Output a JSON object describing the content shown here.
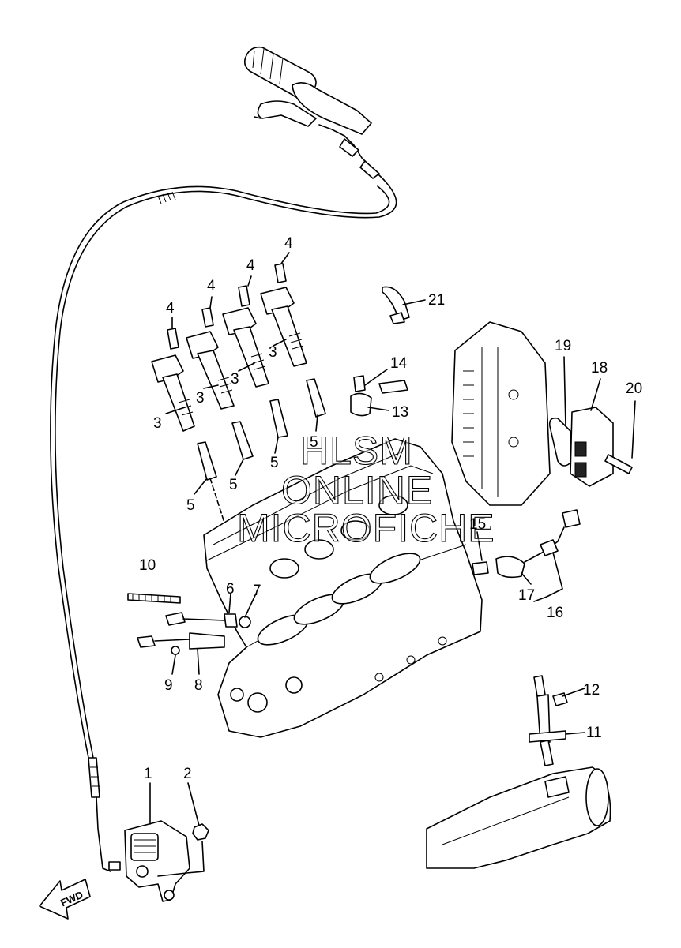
{
  "callouts": [
    {
      "num": "1"
    },
    {
      "num": "2"
    },
    {
      "num": "3"
    },
    {
      "num": "3"
    },
    {
      "num": "3"
    },
    {
      "num": "3"
    },
    {
      "num": "4"
    },
    {
      "num": "4"
    },
    {
      "num": "4"
    },
    {
      "num": "4"
    },
    {
      "num": "5"
    },
    {
      "num": "5"
    },
    {
      "num": "5"
    },
    {
      "num": "5"
    },
    {
      "num": "6"
    },
    {
      "num": "7"
    },
    {
      "num": "8"
    },
    {
      "num": "9"
    },
    {
      "num": "10"
    },
    {
      "num": "11"
    },
    {
      "num": "12"
    },
    {
      "num": "13"
    },
    {
      "num": "14"
    },
    {
      "num": "15"
    },
    {
      "num": "16"
    },
    {
      "num": "17"
    },
    {
      "num": "18"
    },
    {
      "num": "19"
    },
    {
      "num": "20"
    },
    {
      "num": "21"
    }
  ],
  "direction_label": "FWD",
  "watermark": [
    "HLSM",
    "ONLINE",
    "MICROFICHE"
  ]
}
